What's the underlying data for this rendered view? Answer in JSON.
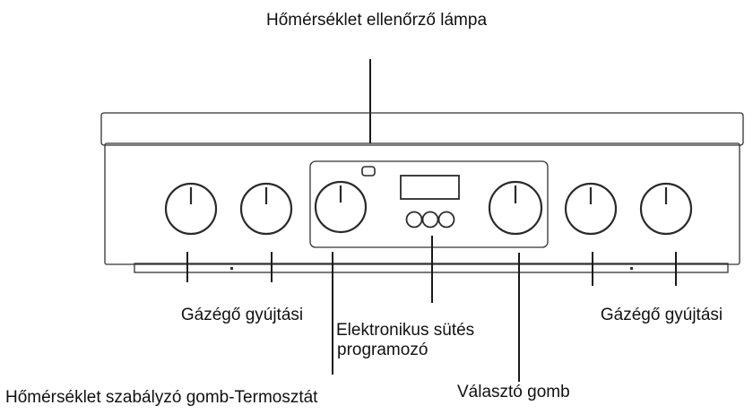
{
  "labels": {
    "top_lamp": "Hőmérséklet ellenőrző lámpa",
    "left_burner": "Gázégő gyújtási",
    "right_burner": "Gázégő gyújtási",
    "programmer_line1": "Elektronikus sütés",
    "programmer_line2": "programozó",
    "thermostat": "Hőmérséklet szabályzó gomb-Termosztát",
    "selector": "Választó gomb"
  }
}
